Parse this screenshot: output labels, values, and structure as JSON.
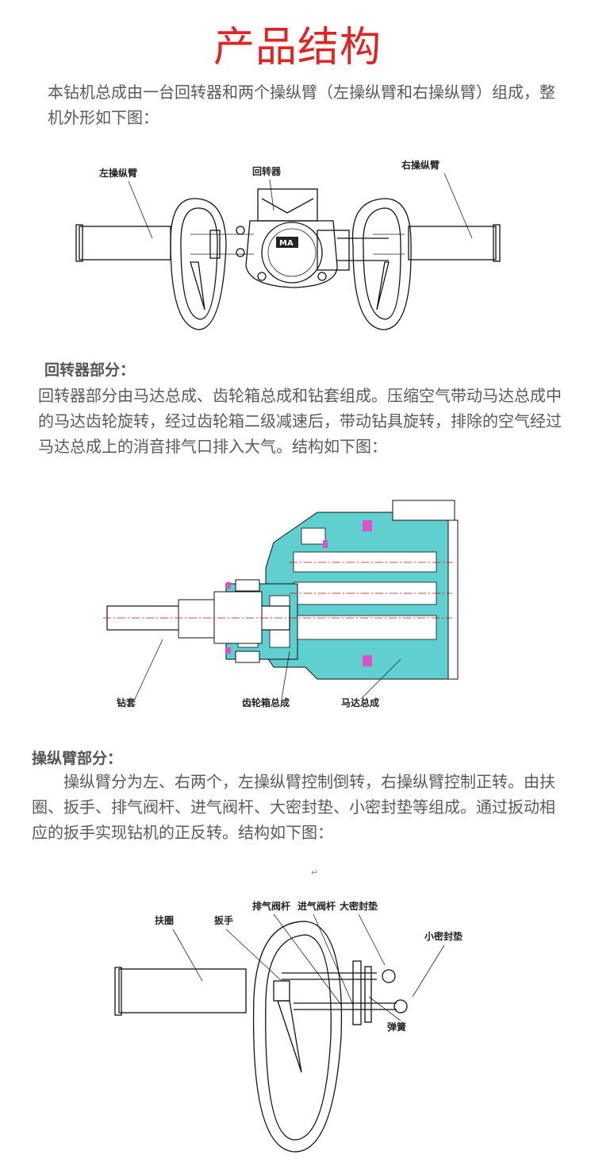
{
  "title": "产品结构",
  "intro": "本钻机总成由一台回转器和两个操纵臂（左操纵臂和右操纵臂）组成，整机外形如下图：",
  "fig1": {
    "labels": {
      "left_arm": "左操纵臂",
      "rotator": "回转器",
      "right_arm": "右操纵臂"
    },
    "badge": "MA"
  },
  "section1": {
    "heading": "回转器部分：",
    "body": "回转器部分由马达总成、齿轮箱总成和钻套组成。压缩空气带动马达总成中的马达齿轮旋转，经过齿轮箱二级减速后，带动钻具旋转，排除的空气经过马达总成上的消音排气口排入大气。结构如下图："
  },
  "fig2": {
    "labels": {
      "drill_sleeve": "钻套",
      "gearbox": "齿轮箱总成",
      "motor": "马达总成"
    }
  },
  "section2": {
    "heading": "操纵臂部分：",
    "body": "操纵臂分为左、右两个，左操纵臂控制倒转，右操纵臂控制正转。由扶圈、扳手、排气阀杆、进气阀杆、大密封垫、小密封垫等组成。通过扳动相应的扳手实现钻机的正反转。结构如下图：",
    "return_mark": "↵"
  },
  "fig3": {
    "labels": {
      "grip_ring": "扶圈",
      "wrench": "扳手",
      "exhaust_rod": "排气阀杆",
      "intake_rod": "进气阀杆",
      "big_gasket": "大密封垫",
      "small_gasket": "小密封垫",
      "spring": "弹簧"
    }
  },
  "colors": {
    "title": "#e02424",
    "cyan": "#5fcfcf",
    "magenta": "#e050c8",
    "red_line": "#e00000"
  }
}
